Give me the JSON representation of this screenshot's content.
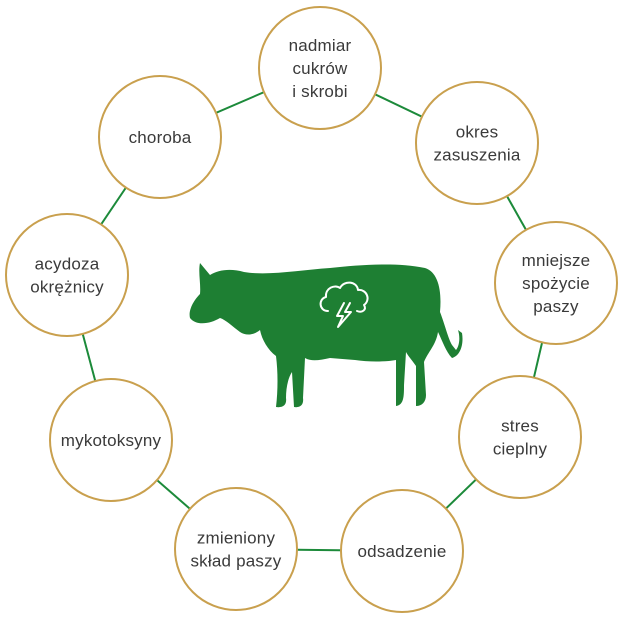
{
  "colors": {
    "ring_stroke": "#c9a04e",
    "connector": "#1c8a3a",
    "cow": "#1e7f33",
    "icon_stroke": "#ffffff",
    "text": "#3a3a3a"
  },
  "center": {
    "figure": "cow-silhouette",
    "icon": "storm-cloud-icon"
  },
  "factors": [
    {
      "lines": [
        "nadmiar",
        "cukrów",
        "i skrobi"
      ]
    },
    {
      "lines": [
        "okres",
        "zasuszenia"
      ]
    },
    {
      "lines": [
        "mniejsze",
        "spożycie",
        "paszy"
      ]
    },
    {
      "lines": [
        "stres",
        "cieplny"
      ]
    },
    {
      "lines": [
        "odsadzenie"
      ]
    },
    {
      "lines": [
        "zmieniony",
        "skład paszy"
      ]
    },
    {
      "lines": [
        "mykotoksyny"
      ]
    },
    {
      "lines": [
        "acydoza",
        "okrężnicy"
      ]
    },
    {
      "lines": [
        "choroba"
      ]
    }
  ]
}
